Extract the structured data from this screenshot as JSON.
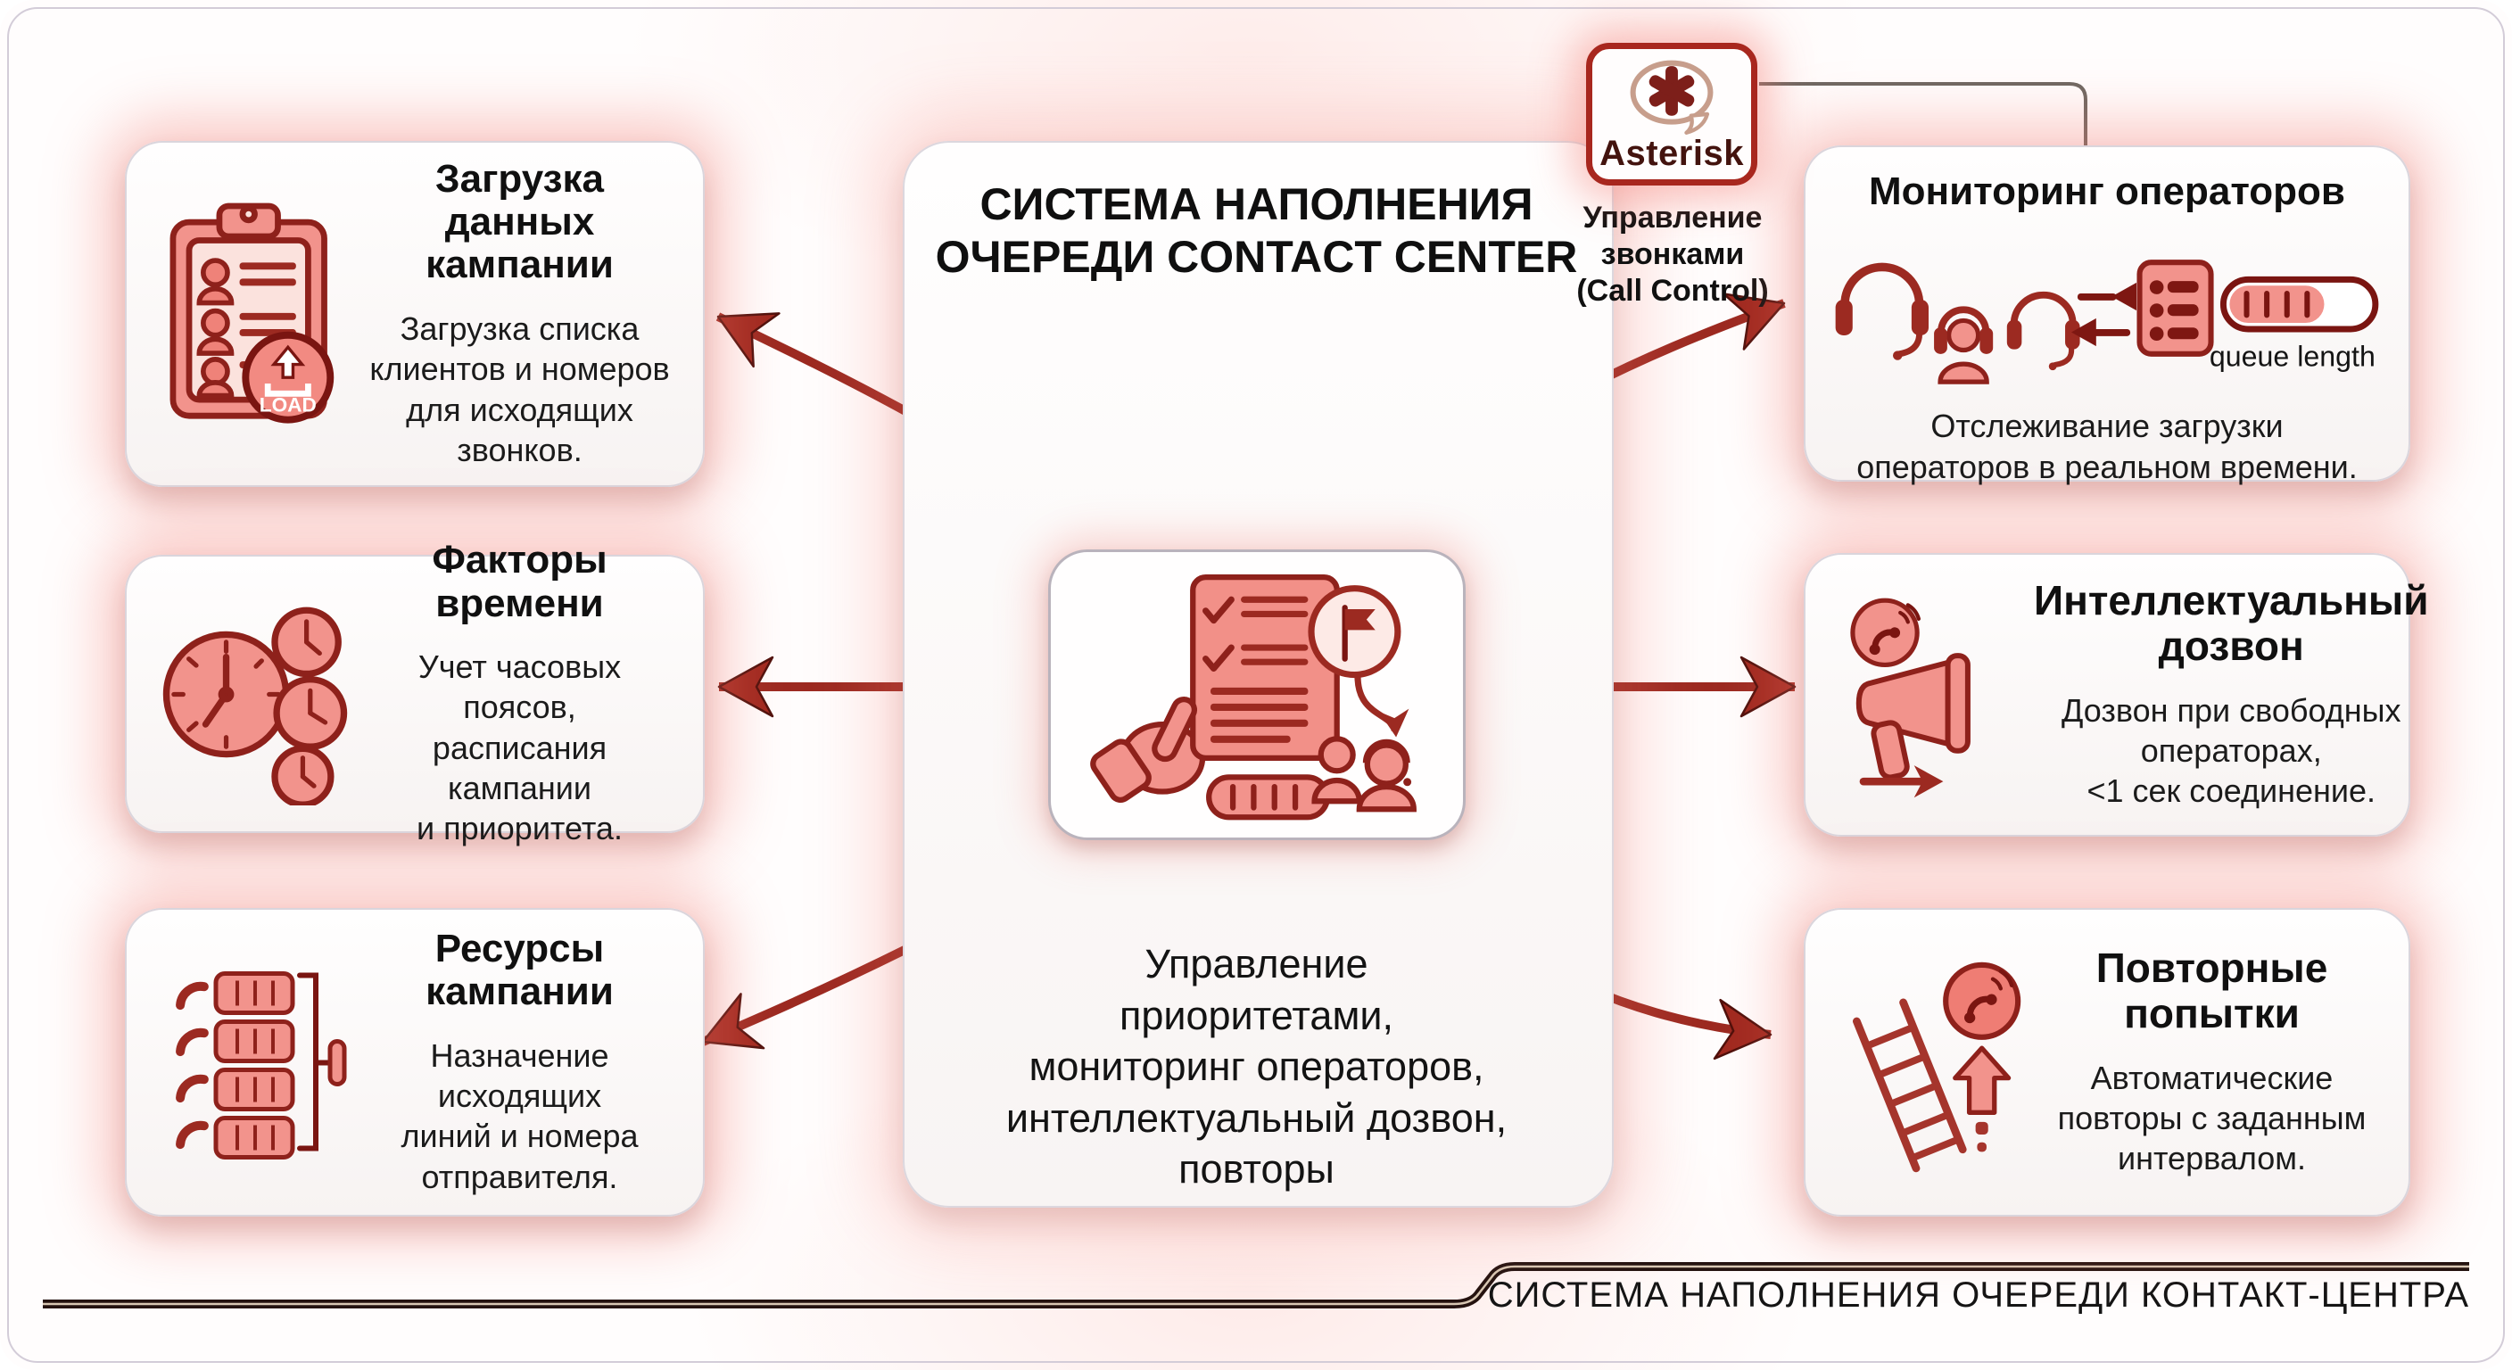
{
  "header": {
    "center_title": "СИСТЕМА НАПОЛНЕНИЯ\nОЧЕРЕДИ CONTACT CENTER"
  },
  "center": {
    "bottom_text": "Управление\nприоритетами,\nмониторинг операторов,\nинтеллектуальный дозвон,\nповторы"
  },
  "asterisk": {
    "brand": "Asterisk",
    "caption": "Управление\nзвонками\n(Call Control)"
  },
  "boxes": {
    "campaign_data": {
      "title": "Загрузка данных\nкампании",
      "body": "Загрузка списка\nклиентов и номеров\nдля исходящих\nзвонков.",
      "load_label": "LOAD"
    },
    "time_factors": {
      "title": "Факторы\nвремени",
      "body": "Учет часовых поясов,\nрасписания кампании\nи приоритета."
    },
    "campaign_resources": {
      "title": "Ресурсы\nкампании",
      "body": "Назначение\nисходящих\nлиний и номера\nотправителя."
    },
    "operator_monitoring": {
      "title": "Мониторинг операторов",
      "queue_label": "queue length",
      "body": "Отслеживание загрузки\nоператоров в реальном времени."
    },
    "smart_dialing": {
      "title": "Интеллектуальный\nдозвон",
      "body": "Дозвон при свободных\nоператорах,\n<1 сек соединение."
    },
    "retries": {
      "title": "Повторные\nпопытки",
      "body": "Автоматические\nповторы с заданным\nинтервалом."
    }
  },
  "footer": {
    "caption": "СИСТЕМА НАПОЛНЕНИЯ ОЧЕРЕДИ КОНТАКТ-ЦЕНТРА"
  },
  "colors": {
    "accent_red": "#9c2a21",
    "icon_fill": "#f2938c",
    "icon_stroke": "#8e211b",
    "glow_pink": "#f47c6e"
  }
}
